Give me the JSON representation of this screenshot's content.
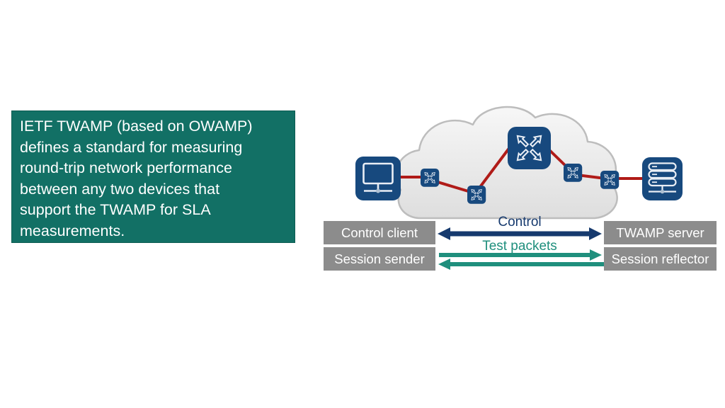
{
  "callout": {
    "lines": [
      "IETF TWAMP (based on OWAMP)",
      "defines a standard for measuring",
      "round-trip network performance",
      "between any two devices that",
      "support the TWAMP for SLA",
      "measurements."
    ],
    "background_color": "#127065",
    "text_color": "#ffffff"
  },
  "diagram": {
    "cloud": {
      "fill_top": "#f6f6f6",
      "fill_bottom": "#dedede",
      "stroke": "#bdbdbd"
    },
    "icon_color": "#17497e",
    "link_color": "#b01b18",
    "label_box_color": "#8c8c8c",
    "labels": {
      "control_client": "Control client",
      "session_sender": "Session sender",
      "twamp_server": "TWAMP server",
      "session_reflector": "Session reflector"
    },
    "flows": [
      {
        "label": "Control",
        "color": "#163a6e",
        "direction": "bidirectional"
      },
      {
        "label": "Test packets",
        "color": "#1f8f7d",
        "direction": "bidirectional"
      }
    ],
    "nodes": [
      {
        "name": "client-host",
        "icon": "monitor-icon"
      },
      {
        "name": "edge-switch-1",
        "icon": "switch-icon"
      },
      {
        "name": "edge-switch-2",
        "icon": "switch-icon"
      },
      {
        "name": "core-router",
        "icon": "router-icon"
      },
      {
        "name": "edge-switch-3",
        "icon": "switch-icon"
      },
      {
        "name": "edge-switch-4",
        "icon": "switch-icon"
      },
      {
        "name": "server-host",
        "icon": "server-icon"
      }
    ]
  }
}
